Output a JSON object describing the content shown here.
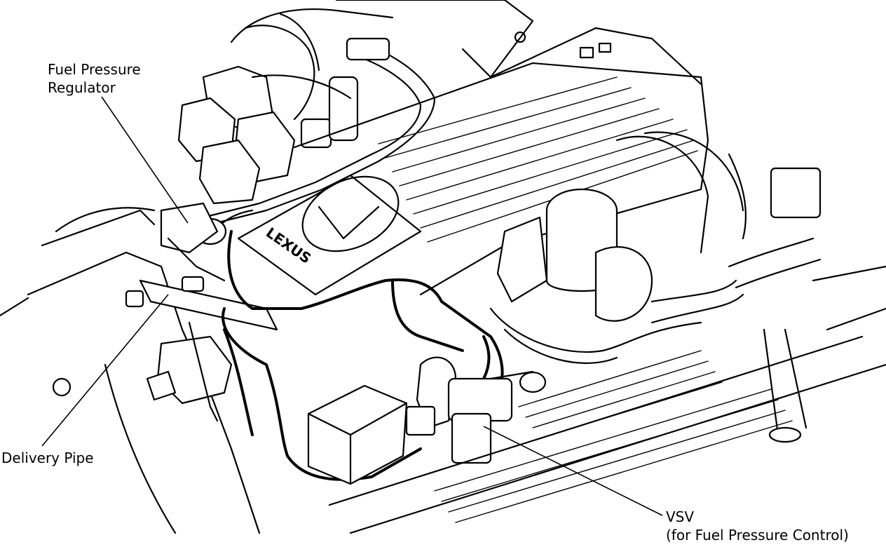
{
  "labels": {
    "fuel_pressure_regulator": [
      "Fuel Pressure",
      "Regulator"
    ],
    "delivery_pipe": "Delivery Pipe",
    "vsv": [
      "VSV",
      "(for Fuel Pressure Control)"
    ]
  },
  "logo_text": "LEXUS",
  "colors": {
    "ink": "#000000",
    "paper": "#ffffff"
  }
}
